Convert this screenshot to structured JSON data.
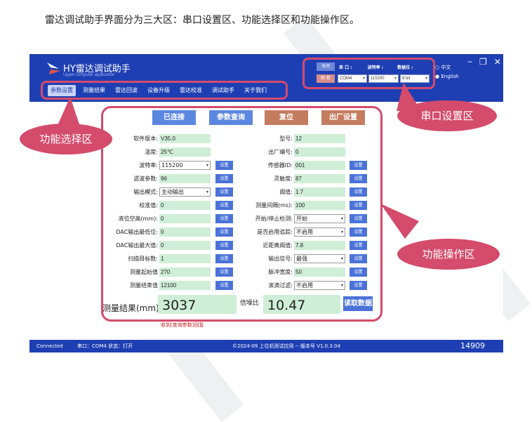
{
  "doc": {
    "intro": "雷达调试助手界面分为三大区：串口设置区、功能选择区和功能操作区。"
  },
  "app": {
    "title": "HY雷达调试助手",
    "subtitle": "Upper computer application",
    "nav": [
      "参数设置",
      "测量结果",
      "雷达回波",
      "设备升级",
      "雷达校准",
      "调试助手",
      "关于我们"
    ],
    "serial": {
      "close_label": "关闭",
      "refresh_label": "刷 新",
      "port_label": "串 口 :",
      "baud_label": "波特率 :",
      "databits_label": "数据位 :",
      "port_value": "COM4",
      "baud_value": "115200",
      "databits_value": "8 bit"
    },
    "lang": {
      "zh": "中文",
      "en": "English"
    },
    "buttons": {
      "connected": "已连接",
      "query": "参数查询",
      "reset": "复位",
      "factory": "出厂设置"
    },
    "set_label": "设置",
    "left_fields": [
      {
        "label": "软件版本:",
        "value": "V35.0"
      },
      {
        "label": "温度:",
        "value": "25℃"
      },
      {
        "label": "波特率:",
        "value": "115200"
      },
      {
        "label": "滤波参数:",
        "value": "96"
      },
      {
        "label": "输出模式:",
        "value": "主动输出"
      },
      {
        "label": "校准值:",
        "value": "0"
      },
      {
        "label": "液位空高(mm):",
        "value": "0"
      },
      {
        "label": "DAC输出最低位:",
        "value": "0"
      },
      {
        "label": "DAC输出最大值:",
        "value": "0"
      },
      {
        "label": "扫描目标数:",
        "value": "1"
      },
      {
        "label": "测量起始值",
        "value": "270"
      },
      {
        "label": "测量结束值",
        "value": "12100"
      }
    ],
    "right_fields": [
      {
        "label": "型号:",
        "value": "12"
      },
      {
        "label": "出厂编号:",
        "value": "0"
      },
      {
        "label": "传感器ID:",
        "value": "001"
      },
      {
        "label": "灵敏度:",
        "value": "87"
      },
      {
        "label": "阈值:",
        "value": "1.7"
      },
      {
        "label": "测量间隔(ms):",
        "value": "100"
      },
      {
        "label": "开始/停止检测:",
        "value": "开始"
      },
      {
        "label": "是否启用追踪:",
        "value": "不启用"
      },
      {
        "label": "近距离阈值:",
        "value": "7.8"
      },
      {
        "label": "输出信号:",
        "value": "最强"
      },
      {
        "label": "脉冲宽度:",
        "value": "50"
      },
      {
        "label": "滚滴过滤:",
        "value": "不启用"
      }
    ],
    "result": {
      "label": "测量结果(mm):",
      "value": "3037",
      "snr_label": "信噪比",
      "snr_value": "10.47",
      "read_label": "读取数据",
      "ack": "收到[查询参数]回复"
    },
    "status": {
      "state": "Connected",
      "port": "串口：COM4  状态：打开",
      "copyright": "©2024-09 上位机测试应用 -- 版本号 V1.0.3.04",
      "count": "14909"
    }
  },
  "annotations": {
    "serial_area": "串口设置区",
    "function_select": "功能选择区",
    "function_operate": "功能操作区"
  },
  "colors": {
    "header_blue": "#1e3fb3",
    "annotation_red": "#d44b6b",
    "value_green": "#cfeed8"
  }
}
